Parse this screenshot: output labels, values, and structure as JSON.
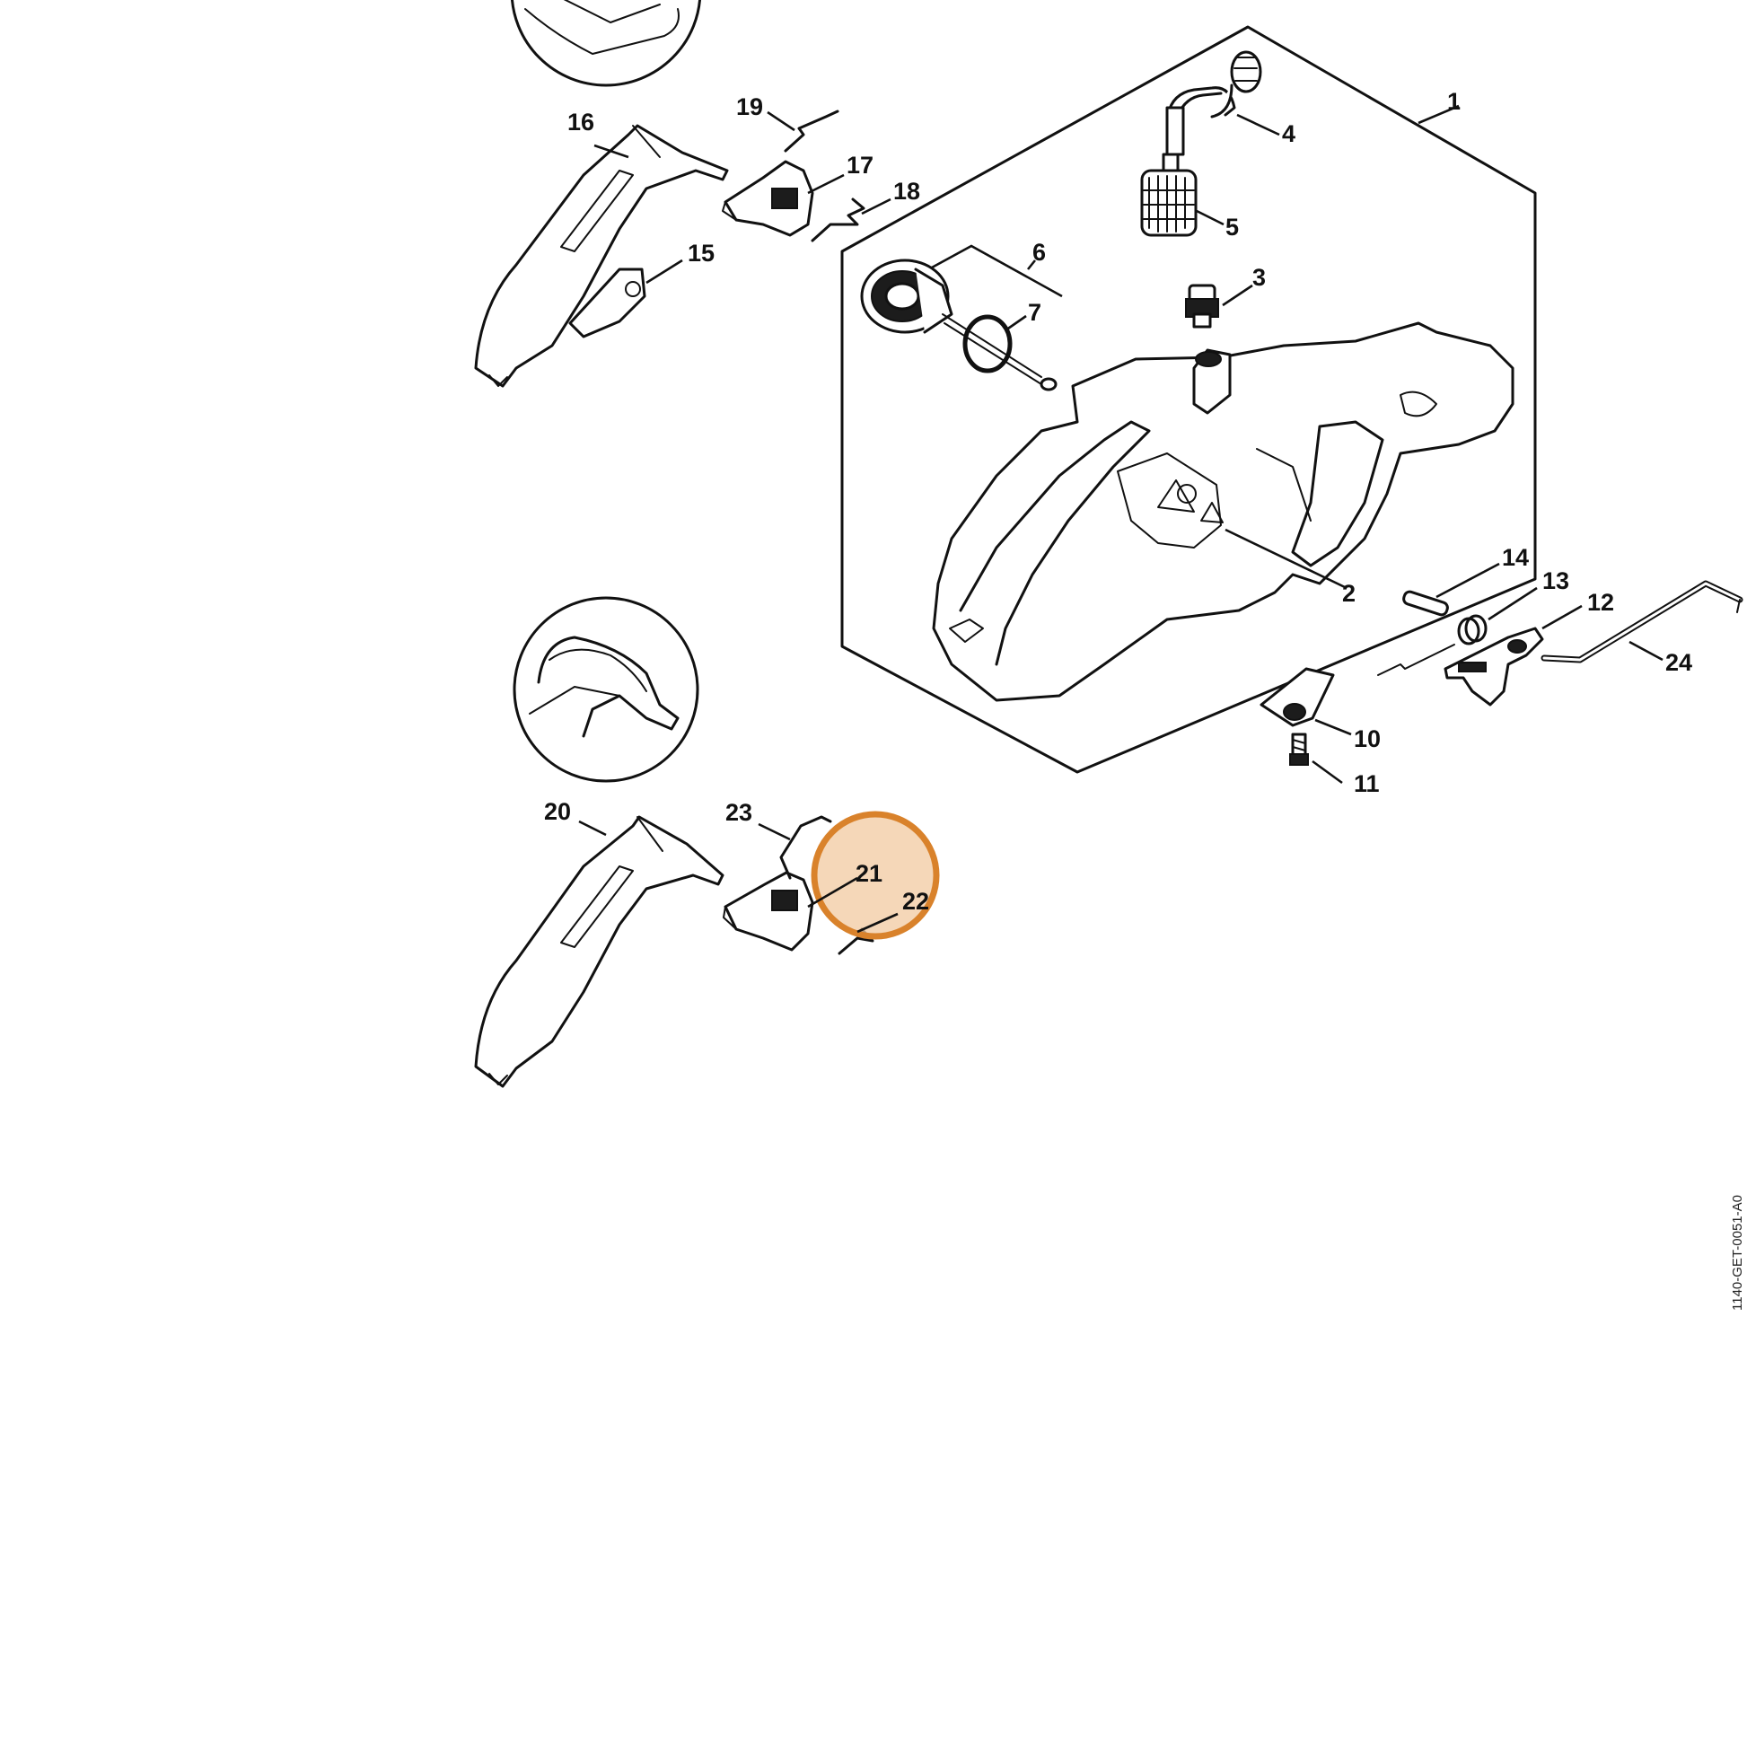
{
  "diagram": {
    "labels": {
      "l1": "1",
      "l2": "2",
      "l3": "3",
      "l4": "4",
      "l5": "5",
      "l6": "6",
      "l7": "7",
      "l10": "10",
      "l11": "11",
      "l12": "12",
      "l13": "13",
      "l14": "14",
      "l15": "15",
      "l16": "16",
      "l17": "17",
      "l18": "18",
      "l19": "19",
      "l20": "20",
      "l21": "21",
      "l22": "22",
      "l23": "23",
      "l24": "24"
    },
    "highlight": {
      "part": "21",
      "color": "#d9822b",
      "fill": "#f2c9a0"
    },
    "doc_id": "1140-GET-0051-A0"
  }
}
